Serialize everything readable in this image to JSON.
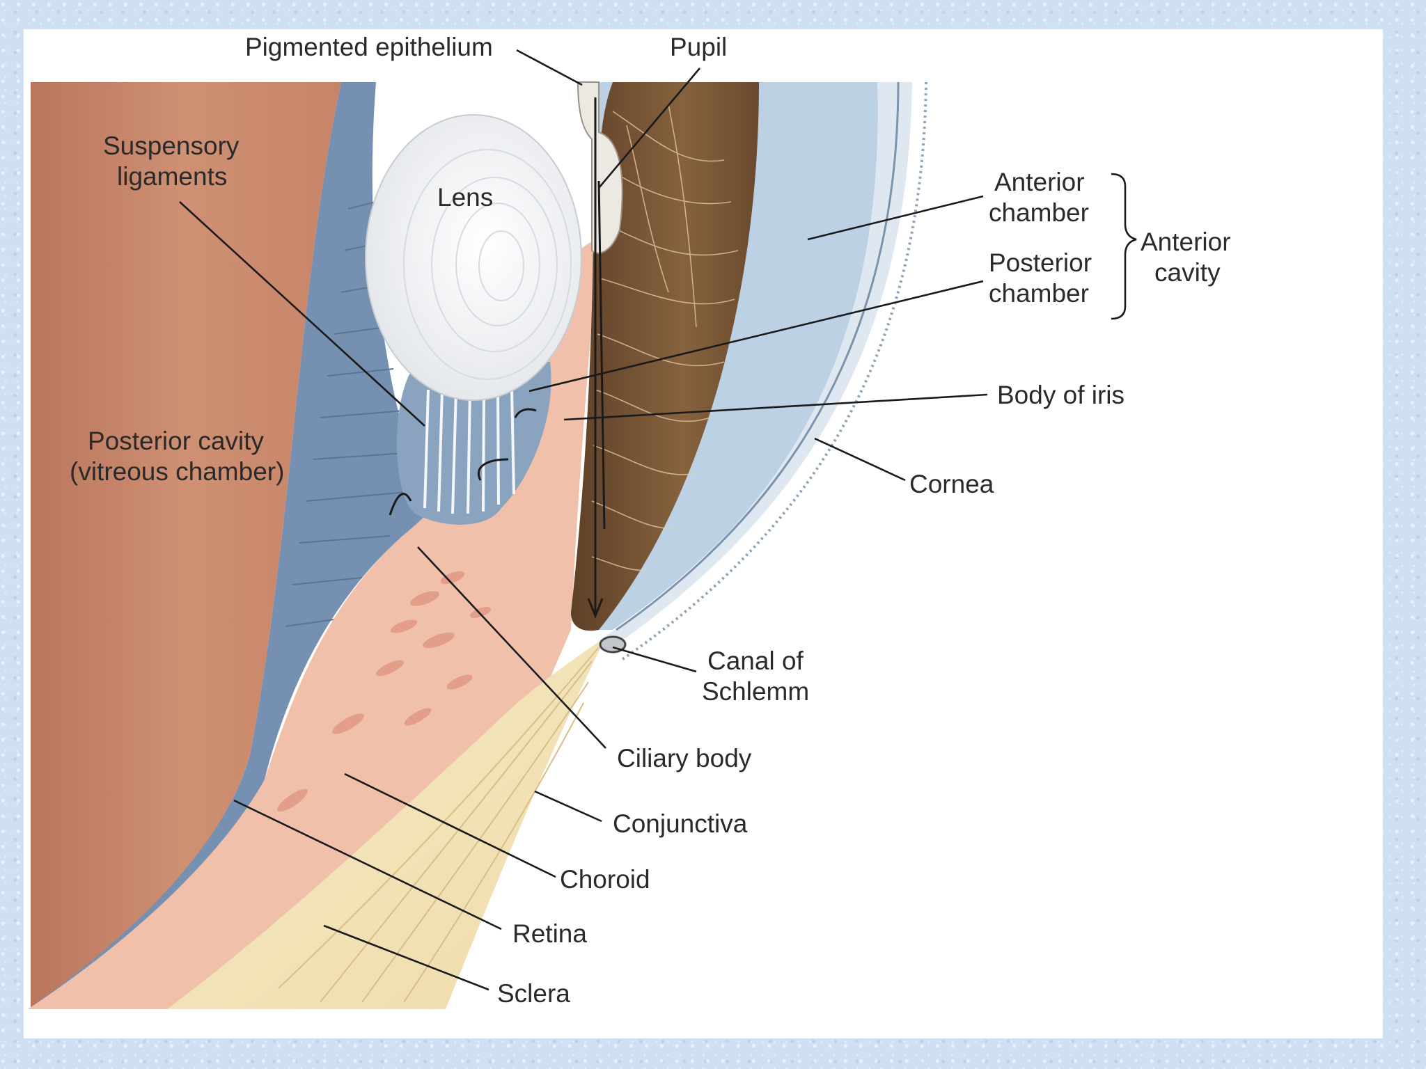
{
  "labels": {
    "pigmented_epithelium": "Pigmented epithelium",
    "pupil": "Pupil",
    "suspensory_ligaments_1": "Suspensory",
    "suspensory_ligaments_2": "ligaments",
    "lens": "Lens",
    "anterior_chamber_1": "Anterior",
    "anterior_chamber_2": "chamber",
    "posterior_chamber_1": "Posterior",
    "posterior_chamber_2": "chamber",
    "anterior_cavity_1": "Anterior",
    "anterior_cavity_2": "cavity",
    "body_of_iris": "Body of iris",
    "posterior_cavity_1": "Posterior cavity",
    "posterior_cavity_2": "(vitreous chamber)",
    "cornea": "Cornea",
    "canal_of_schlemm_1": "Canal of",
    "canal_of_schlemm_2": "Schlemm",
    "ciliary_body": "Ciliary body",
    "conjunctiva": "Conjunctiva",
    "choroid": "Choroid",
    "retina": "Retina",
    "sclera": "Sclera"
  },
  "colors": {
    "vitreous": "#c9876a",
    "retina_band": "#6f8bab",
    "lens": "#f2f3f5",
    "iris": "#7a5838",
    "anterior_chamber": "#b9cfe3",
    "ciliary": "#efbda7",
    "sclera": "#f4e6bf",
    "panel": "#ffffff"
  }
}
